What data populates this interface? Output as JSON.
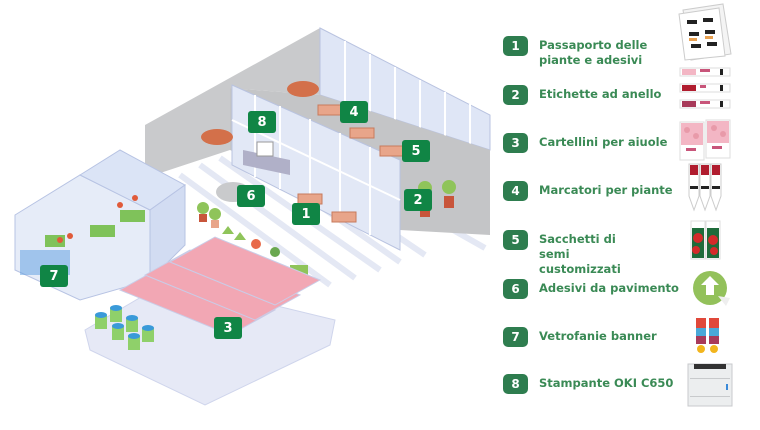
{
  "legend": {
    "items": [
      {
        "number": "1",
        "label": "Passaporto delle piante e adesivi"
      },
      {
        "number": "2",
        "label": "Etichette ad anello"
      },
      {
        "number": "3",
        "label": "Cartellini per aiuole"
      },
      {
        "number": "4",
        "label": "Marcatori per piante"
      },
      {
        "number": "5",
        "label": "Sacchetti di semi customizzati"
      },
      {
        "number": "6",
        "label": "Adesivi da pavimento"
      },
      {
        "number": "7",
        "label": "Vetrofanie banner"
      },
      {
        "number": "8",
        "label": "Stampante OKI C650"
      }
    ]
  },
  "map_markers": [
    "1",
    "2",
    "3",
    "4",
    "5",
    "6",
    "7",
    "8"
  ],
  "colors": {
    "badge": "#2e7d4f",
    "label": "#3a8a55",
    "map_badge": "#108545",
    "wall": "#c8c9cb",
    "glass": "#dfe6f6",
    "floor_stripe": "#e4e8f4"
  }
}
